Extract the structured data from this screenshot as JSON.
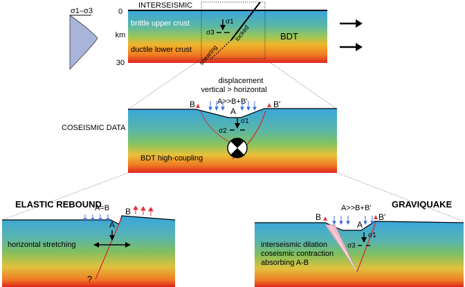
{
  "stress_profile": {
    "label": "σ1–σ3"
  },
  "top_panel": {
    "title": "INTERSEISMIC",
    "depth_top": "0",
    "depth_unit": "km",
    "depth_bottom": "30",
    "upper_layer": "brittle upper crust",
    "lower_layer": "ductile lower crust",
    "transition": "BDT",
    "sigma1": "σ1",
    "sigma3": "σ3",
    "fault_locked": "locked",
    "fault_shearing": "shearing"
  },
  "middle_panel": {
    "title": "COSEISMIC DATA",
    "heading_line1": "displacement",
    "heading_line2": "vertical > horizontal",
    "relation": "A>>B+B′",
    "point_a": "A",
    "point_b": "B",
    "point_b_prime": "B′",
    "sigma1": "σ1",
    "sigma2": "σ2",
    "note": "BDT high-coupling"
  },
  "left_panel": {
    "title": "ELASTIC REBOUND",
    "relation": "A=B",
    "point_a": "A",
    "point_b": "B",
    "note": "horizontal stretching",
    "unknown": "?"
  },
  "right_panel": {
    "title": "GRAVIQUAKE",
    "relation": "A>>B+B′",
    "point_a": "A",
    "point_b": "B",
    "point_b_prime": "B′",
    "sigma1": "σ1",
    "sigma3": "σ3",
    "note_line1": "interseismic dilation",
    "note_line2": "coseismic contraction",
    "note_line3": "absorbing A-B"
  },
  "colors": {
    "crust_blue": "#3aa6dd",
    "crust_green": "#52b56a",
    "crust_yellow": "#f1b52c",
    "crust_orange": "#ef7a23",
    "crust_red": "#e0241e",
    "fault": "#d6282b",
    "down_arrow": "#3b6fd6",
    "up_arrow": "#e0333a",
    "profile_fill": "#a8b4d8"
  }
}
